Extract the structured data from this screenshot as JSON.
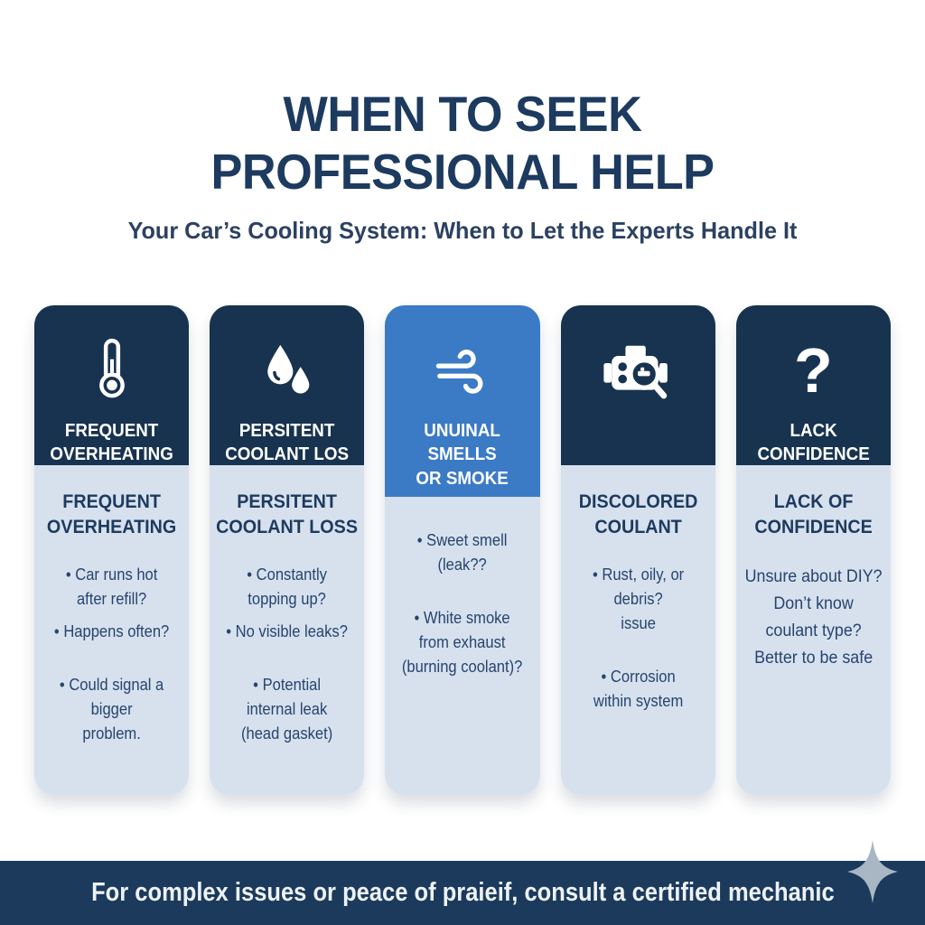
{
  "header": {
    "title": "WHEN TO SEEK\nPROFESSIONAL HELP",
    "subtitle": "Your Car’s Cooling System: When to Let the Experts Handle It"
  },
  "colors": {
    "navy_header": "#17334f",
    "blue_header": "#3b7ac5",
    "body_light": "#d7e1ee",
    "title_text": "#1d3a5f",
    "footer_bg": "#1b3a5c",
    "footer_text": "#eef2f7",
    "sparkle": "#a9b6c4"
  },
  "columns": [
    {
      "icon": "thermometer-icon",
      "header_label": "FREQUENT\nOVERHEATING",
      "body_heading": "FREQUENT\nOVERHEATING",
      "bullets": [
        "• Car runs hot\nafter refill?",
        "• Happens often?",
        "• Could signal a bigger\nproblem."
      ]
    },
    {
      "icon": "droplets-icon",
      "header_label": "PERSITENT\nCOOLANT LOS",
      "body_heading": "PERSITENT\nCOOLANT LOSS",
      "bullets": [
        "• Constantly\ntopping up?",
        "• No visible leaks?",
        "• Potential\ninternal leak\n(head gasket)"
      ]
    },
    {
      "icon": "smoke-wind-icon",
      "header_label": "UNUINAL\nSMELLS\nOR SMOKE",
      "body_heading": "",
      "bullets": [
        "• Sweet smell\n(leak??",
        "• White smoke\nfrom exhaust\n(burning coolant)?"
      ]
    },
    {
      "icon": "engine-inspect-icon",
      "header_label": "",
      "body_heading": "DISCOLORED\nCOULANT",
      "bullets": [
        "• Rust, oily, or\ndebris?\nissue",
        "• Corrosion\nwithin system"
      ]
    },
    {
      "icon": "question-mark-icon",
      "icon_glyph": "?",
      "header_label": "LACK\nCONFIDENCE",
      "body_heading": "LACK OF\nCONFIDENCE",
      "plain_text": "Unsure about DIY?\nDon’t know\ncoulant type?\nBetter to be safe"
    }
  ],
  "footer": {
    "text": "For complex issues or peace of praieif, consult a certified mechanic"
  }
}
